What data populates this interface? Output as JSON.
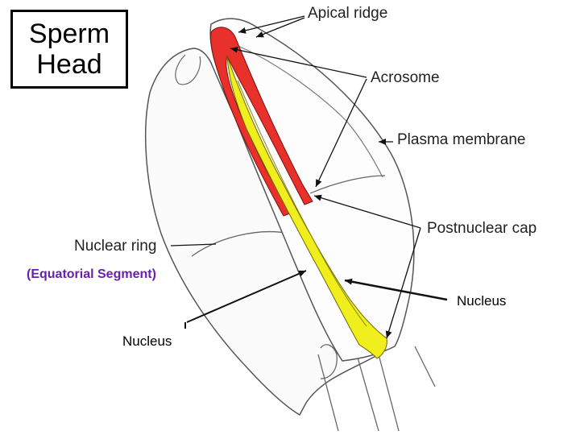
{
  "title": {
    "line1": "Sperm",
    "line2": "Head"
  },
  "labels": {
    "apical_ridge": "Apical ridge",
    "acrosome": "Acrosome",
    "plasma_membrane": "Plasma membrane",
    "postnuclear_cap": "Postnuclear cap",
    "nuclear_ring": "Nuclear ring",
    "equatorial_segment": "(Equatorial Segment)",
    "nucleus_right": "Nucleus",
    "nucleus_left": "Nucleus"
  },
  "colors": {
    "acrosome_fill": "#e8312a",
    "nucleus_fill": "#f0ee1c",
    "outline": "#444444",
    "equatorial_label": "#6a1fb0"
  }
}
